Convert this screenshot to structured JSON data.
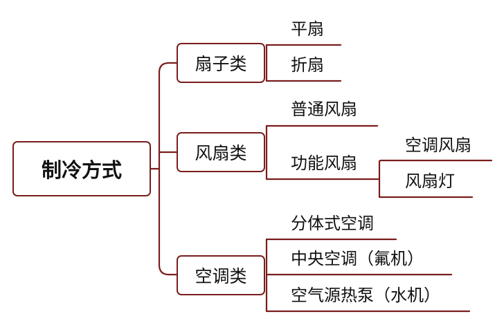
{
  "diagram": {
    "root": {
      "label": "制冷方式"
    },
    "categories": [
      {
        "label": "扇子类",
        "children": [
          {
            "label": "平扇"
          },
          {
            "label": "折扇"
          }
        ]
      },
      {
        "label": "风扇类",
        "children": [
          {
            "label": "普通风扇"
          },
          {
            "label": "功能风扇",
            "children": [
              {
                "label": "空调风扇"
              },
              {
                "label": "风扇灯"
              }
            ]
          }
        ]
      },
      {
        "label": "空调类",
        "children": [
          {
            "label": "分体式空调"
          },
          {
            "label": "中央空调（氟机）"
          },
          {
            "label": "空气源热泵（水机）"
          }
        ]
      }
    ],
    "colors": {
      "border": "#7a1c1c",
      "text": "#111111",
      "background": "#ffffff"
    }
  }
}
